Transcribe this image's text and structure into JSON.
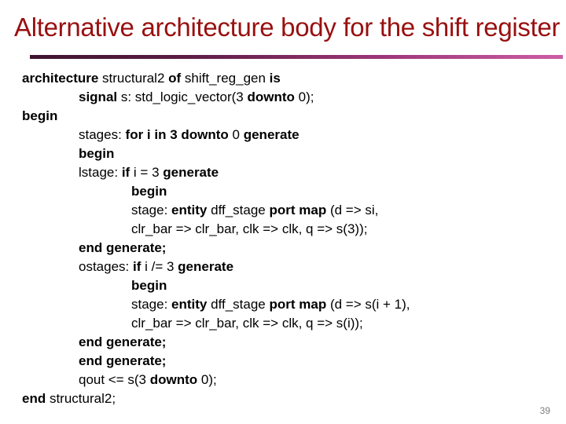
{
  "title": {
    "text": "Alternative architecture body for the shift register",
    "color": "#991010"
  },
  "rule": {
    "gradient_left": "#3E1430",
    "gradient_right": "#CC5CA6"
  },
  "footer": {
    "page_number": "39",
    "color": "#7D7D7D"
  },
  "code": {
    "language": "VHDL",
    "lines": [
      {
        "indent": 0,
        "segments": [
          {
            "t": "architecture",
            "b": true
          },
          {
            "t": " structural2 ",
            "b": false
          },
          {
            "t": "of",
            "b": true
          },
          {
            "t": " shift_reg_gen ",
            "b": false
          },
          {
            "t": "is",
            "b": true
          }
        ]
      },
      {
        "indent": 1,
        "segments": [
          {
            "t": "signal",
            "b": true
          },
          {
            "t": " s: std_logic_vector(3 ",
            "b": false
          },
          {
            "t": "downto",
            "b": true
          },
          {
            "t": " 0);",
            "b": false
          }
        ]
      },
      {
        "indent": 0,
        "segments": [
          {
            "t": "begin",
            "b": true
          }
        ]
      },
      {
        "indent": 1,
        "segments": [
          {
            "t": "stages: ",
            "b": false
          },
          {
            "t": "for i in 3 downto",
            "b": true
          },
          {
            "t": " 0 ",
            "b": false
          },
          {
            "t": "generate",
            "b": true
          }
        ]
      },
      {
        "indent": 1,
        "segments": [
          {
            "t": "begin",
            "b": true
          }
        ]
      },
      {
        "indent": 1,
        "segments": [
          {
            "t": "lstage: ",
            "b": false
          },
          {
            "t": "if",
            "b": true
          },
          {
            "t": " i = 3 ",
            "b": false
          },
          {
            "t": "generate",
            "b": true
          }
        ]
      },
      {
        "indent": 2,
        "segments": [
          {
            "t": "begin",
            "b": true
          }
        ]
      },
      {
        "indent": 2,
        "segments": [
          {
            "t": "stage: ",
            "b": false
          },
          {
            "t": "entity",
            "b": true
          },
          {
            "t": " dff_stage ",
            "b": false
          },
          {
            "t": "port map",
            "b": true
          },
          {
            "t": " (d => si,",
            "b": false
          }
        ]
      },
      {
        "indent": 2,
        "segments": [
          {
            "t": "clr_bar => clr_bar, clk => clk, q => s(3));",
            "b": false
          }
        ]
      },
      {
        "indent": 1,
        "segments": [
          {
            "t": "end generate;",
            "b": true
          }
        ]
      },
      {
        "indent": 1,
        "segments": [
          {
            "t": "ostages: ",
            "b": false
          },
          {
            "t": "if",
            "b": true
          },
          {
            "t": " i /= 3 ",
            "b": false
          },
          {
            "t": "generate",
            "b": true
          }
        ]
      },
      {
        "indent": 2,
        "segments": [
          {
            "t": "begin",
            "b": true
          }
        ]
      },
      {
        "indent": 2,
        "segments": [
          {
            "t": "stage: ",
            "b": false
          },
          {
            "t": "entity",
            "b": true
          },
          {
            "t": " dff_stage ",
            "b": false
          },
          {
            "t": "port map",
            "b": true
          },
          {
            "t": " (d => s(i + 1),",
            "b": false
          }
        ]
      },
      {
        "indent": 2,
        "segments": [
          {
            "t": "clr_bar => clr_bar, clk => clk, q => s(i));",
            "b": false
          }
        ]
      },
      {
        "indent": 1,
        "segments": [
          {
            "t": "end generate;",
            "b": true
          }
        ]
      },
      {
        "indent": 1,
        "segments": [
          {
            "t": "end generate;",
            "b": true
          }
        ]
      },
      {
        "indent": 1,
        "segments": [
          {
            "t": "qout <= s(3 ",
            "b": false
          },
          {
            "t": "downto",
            "b": true
          },
          {
            "t": " 0);",
            "b": false
          }
        ]
      },
      {
        "indent": 0,
        "segments": [
          {
            "t": "end",
            "b": true
          },
          {
            "t": " structural2;",
            "b": false
          }
        ]
      }
    ]
  }
}
